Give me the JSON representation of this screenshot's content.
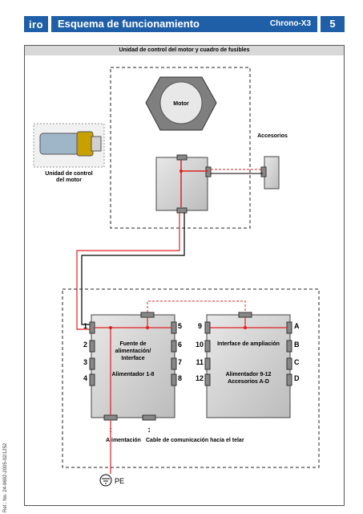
{
  "header": {
    "logo_text": "iro",
    "title": "Esquema de funcionamiento",
    "model": "Chrono-X3",
    "page_number": "5"
  },
  "frame": {
    "subtitle": "Unidad de control del motor y cuadro de fusibles"
  },
  "motor_section": {
    "motor_label": "Motor",
    "accessories_label": "Accesorios",
    "unit_caption_line1": "Unidad de control",
    "unit_caption_line2": "del motor"
  },
  "fuse_section": {
    "left_box": {
      "line1": "Fuente de",
      "line2": "alimentación/",
      "line3": "Interface",
      "line4": "Alimentador 1-8",
      "left_numbers": [
        "1",
        "2",
        "3",
        "4"
      ],
      "right_numbers": [
        "5",
        "6",
        "7",
        "8"
      ]
    },
    "right_box": {
      "line1": "Interface de ampliación",
      "line2": "Alimentador 9-12",
      "line3": "Accesorios A-D",
      "left_numbers": [
        "9",
        "10",
        "11",
        "12"
      ],
      "right_labels": [
        "A",
        "B",
        "C",
        "D"
      ]
    },
    "power_label": "Alimentación",
    "comm_label": "Cable de comunicación hacia el telar",
    "ground_label": "PE"
  },
  "footer": {
    "reference": "Ref.: No. 24-9692-2005-02/1252"
  },
  "colors": {
    "brand_blue": "#1f5fa8",
    "wire_red": "#e02020",
    "box_gray": "#d0d0d0"
  }
}
